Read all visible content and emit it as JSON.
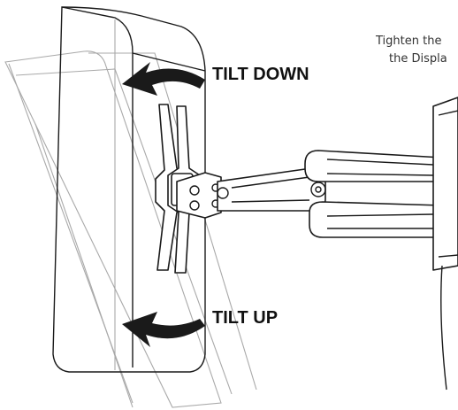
{
  "labels": {
    "tilt_down": "TILT DOWN",
    "tilt_up": "TILT UP",
    "note_line1": "Tighten the",
    "note_line2": "the Displa"
  },
  "icons": {
    "tilt_down_arrow": "curved-arrow-left-icon",
    "tilt_up_arrow": "curved-arrow-left-icon"
  },
  "colors": {
    "line": "#1a1a1a",
    "ghost": "#a9a9a9",
    "background": "#ffffff"
  }
}
